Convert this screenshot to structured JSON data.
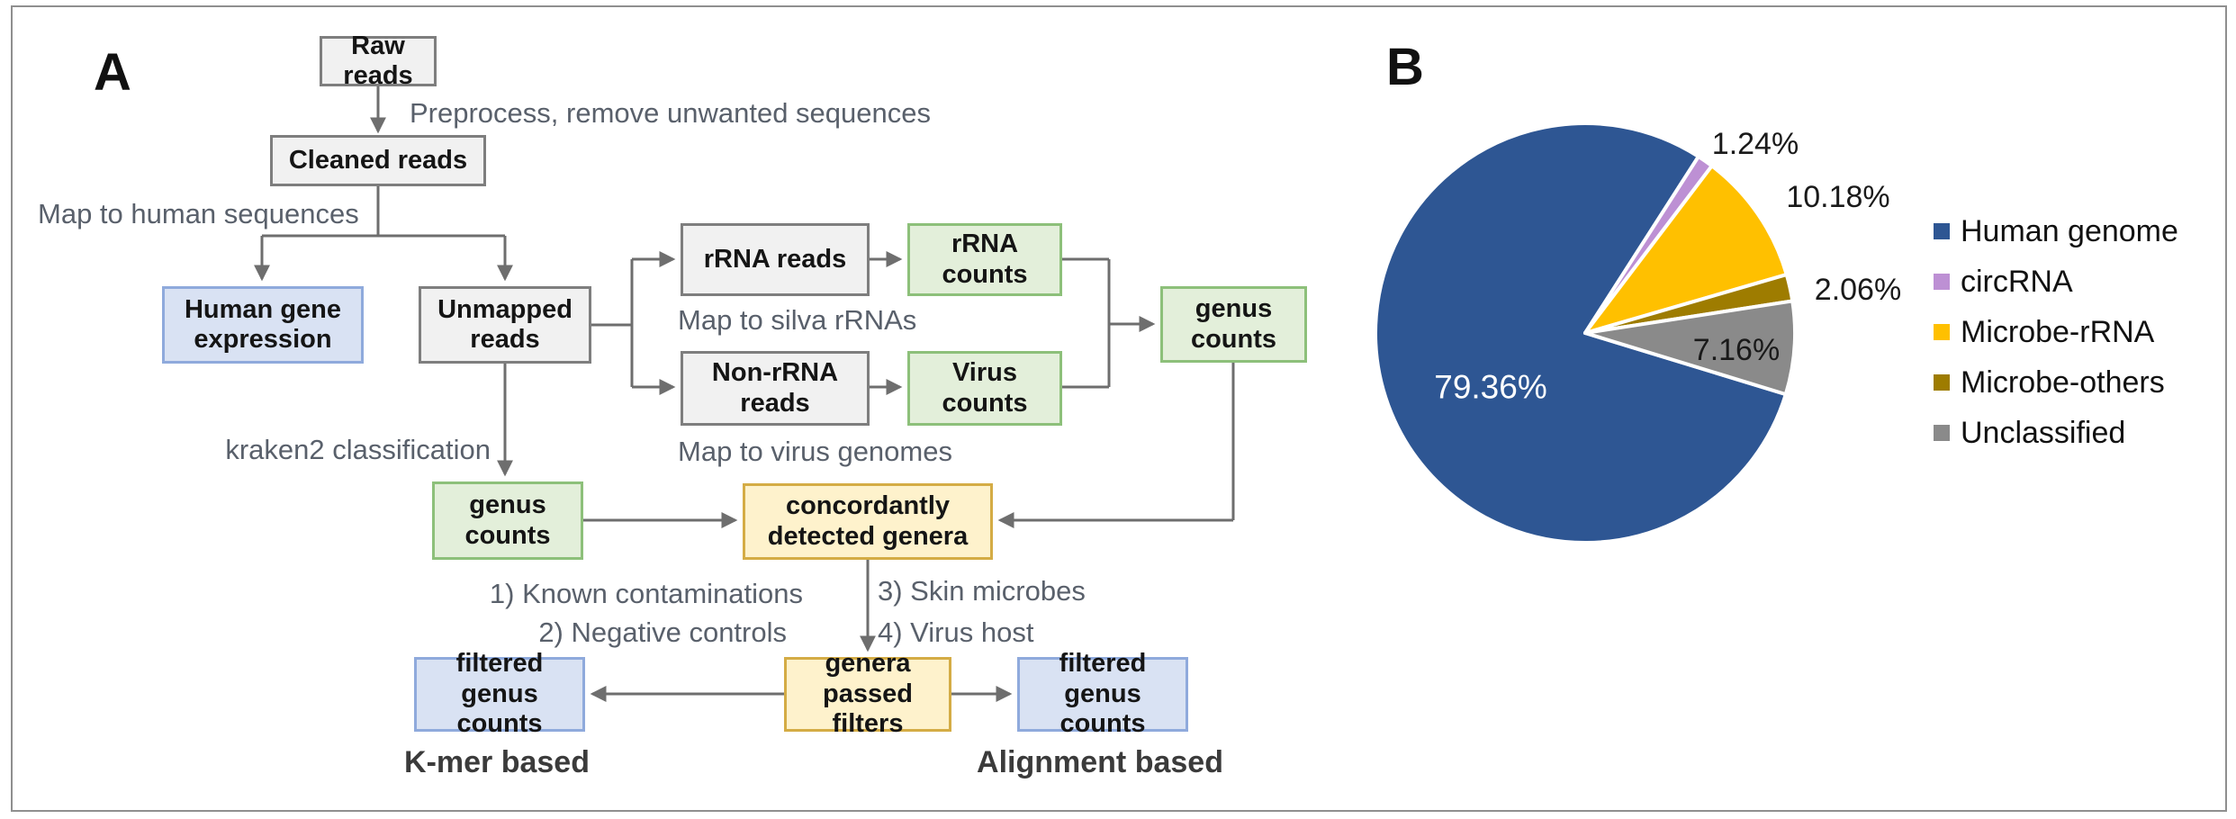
{
  "figure": {
    "panel_a_label": "A",
    "panel_b_label": "B"
  },
  "flowchart": {
    "node_styles": {
      "gray": {
        "fill": "#f1f1f1",
        "border": "#7e7e7e"
      },
      "blue": {
        "fill": "#d9e2f3",
        "border": "#8faadc"
      },
      "green": {
        "fill": "#e3efda",
        "border": "#8dc07a"
      },
      "yellow": {
        "fill": "#fef2cc",
        "border": "#d4ac45"
      }
    },
    "nodes": {
      "raw_reads": {
        "label": "Raw reads",
        "type": "gray"
      },
      "cleaned_reads": {
        "label": "Cleaned reads",
        "type": "gray"
      },
      "human_gene_expression": {
        "label": "Human gene\nexpression",
        "type": "blue"
      },
      "unmapped_reads": {
        "label": "Unmapped\nreads",
        "type": "gray"
      },
      "rrna_reads": {
        "label": "rRNA reads",
        "type": "gray"
      },
      "rrna_counts": {
        "label": "rRNA\ncounts",
        "type": "green"
      },
      "non_rrna_reads": {
        "label": "Non-rRNA\nreads",
        "type": "gray"
      },
      "virus_counts": {
        "label": "Virus\ncounts",
        "type": "green"
      },
      "genus_counts_right": {
        "label": "genus\ncounts",
        "type": "green"
      },
      "genus_counts_left": {
        "label": "genus\ncounts",
        "type": "green"
      },
      "concordant_genera": {
        "label": "concordantly\ndetected genera",
        "type": "yellow"
      },
      "genera_passed_filters": {
        "label": "genera\npassed filters",
        "type": "yellow"
      },
      "filtered_counts_left": {
        "label": "filtered genus\ncounts",
        "type": "blue"
      },
      "filtered_counts_right": {
        "label": "filtered genus\ncounts",
        "type": "blue"
      }
    },
    "edge_labels": {
      "preprocess": "Preprocess, remove unwanted sequences",
      "map_human": "Map to human sequences",
      "map_silva": "Map to silva rRNAs",
      "map_virus": "Map to virus genomes",
      "kraken": "kraken2 classification",
      "filter1": "1) Known contaminations",
      "filter2": "2) Negative controls",
      "filter3": "3) Skin microbes",
      "filter4": "4) Virus host"
    },
    "method_labels": {
      "kmer": "K-mer based",
      "alignment": "Alignment based"
    }
  },
  "chart_data": {
    "type": "pie",
    "title": "",
    "categories": [
      "Human genome",
      "circRNA",
      "Microbe-rRNA",
      "Microbe-others",
      "Unclassified"
    ],
    "values": [
      79.36,
      1.24,
      10.18,
      2.06,
      7.16
    ],
    "labels": [
      "79.36%",
      "1.24%",
      "10.18%",
      "2.06%",
      "7.16%"
    ],
    "colors": [
      "#2e5693",
      "#bd90d4",
      "#ffc000",
      "#9e7c00",
      "#8a8a8a"
    ],
    "slice_border_color": "#ffffff",
    "legend_position": "right",
    "start_angle_deg": 107,
    "direction": "clockwise"
  }
}
